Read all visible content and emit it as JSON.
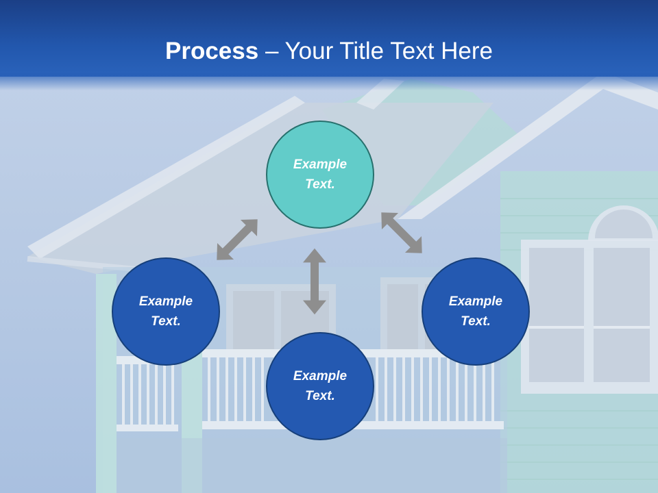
{
  "slide": {
    "title_bold": "Process",
    "title_rest": " – Your Title Text Here"
  },
  "nodes": [
    {
      "id": "top",
      "line1": "Example",
      "line2": "Text.",
      "color": "#62ccc9"
    },
    {
      "id": "left",
      "line1": "Example",
      "line2": "Text.",
      "color": "#2459b1"
    },
    {
      "id": "right",
      "line1": "Example",
      "line2": "Text.",
      "color": "#2459b1"
    },
    {
      "id": "bottom",
      "line1": "Example",
      "line2": "Text.",
      "color": "#2459b1"
    }
  ],
  "colors": {
    "header": "#1f4c9c",
    "arrow": "#8e8e8e",
    "circle_blue": "#2459b1",
    "circle_teal": "#62ccc9"
  }
}
